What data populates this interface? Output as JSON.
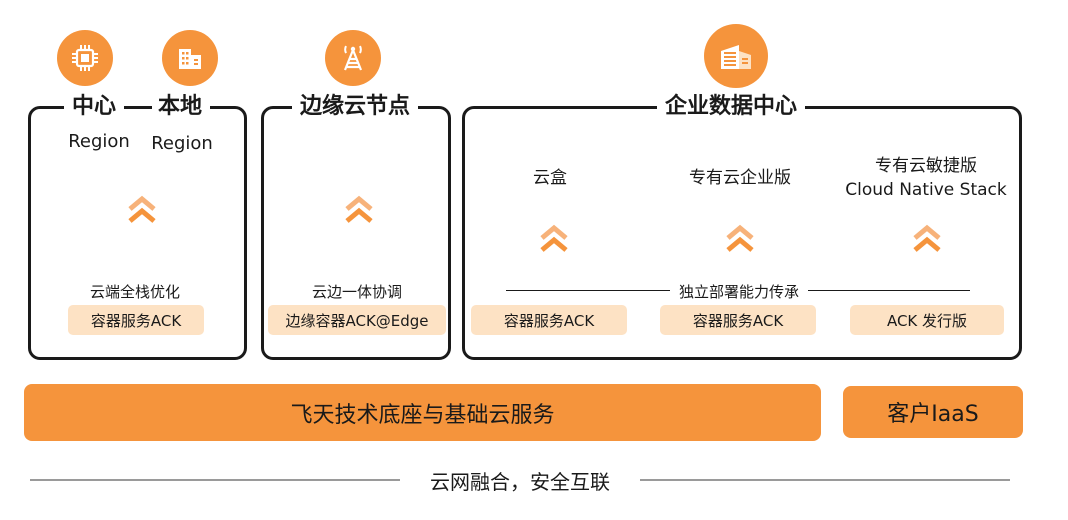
{
  "groups": {
    "center_local": {
      "title_left": "中心",
      "title_right": "本地",
      "region_left": "Region",
      "region_right": "Region",
      "caption": "云端全栈优化",
      "product": "容器服务ACK"
    },
    "edge": {
      "title": "边缘云节点",
      "caption": "云边一体协调",
      "product": "边缘容器ACK@Edge"
    },
    "enterprise": {
      "title": "企业数据中心",
      "offerings": [
        {
          "label": "云盒",
          "label2": "",
          "product": "容器服务ACK"
        },
        {
          "label": "专有云企业版",
          "label2": "",
          "product": "容器服务ACK"
        },
        {
          "label": "专有云敏捷版",
          "label2": "Cloud Native Stack",
          "product": "ACK 发行版"
        }
      ],
      "inheritance": "独立部署能力传承"
    }
  },
  "base_bar": "飞天技术底座与基础云服务",
  "customer_bar": "客户IaaS",
  "footer": "云网融合，安全互联",
  "icons": [
    "chip-icon",
    "building-icon",
    "signal-tower-icon",
    "datacenter-icon",
    "chevron-up-icon"
  ],
  "colors": {
    "accent": "#f5943c",
    "pill": "#fde2c4",
    "border": "#1a1a1a"
  }
}
